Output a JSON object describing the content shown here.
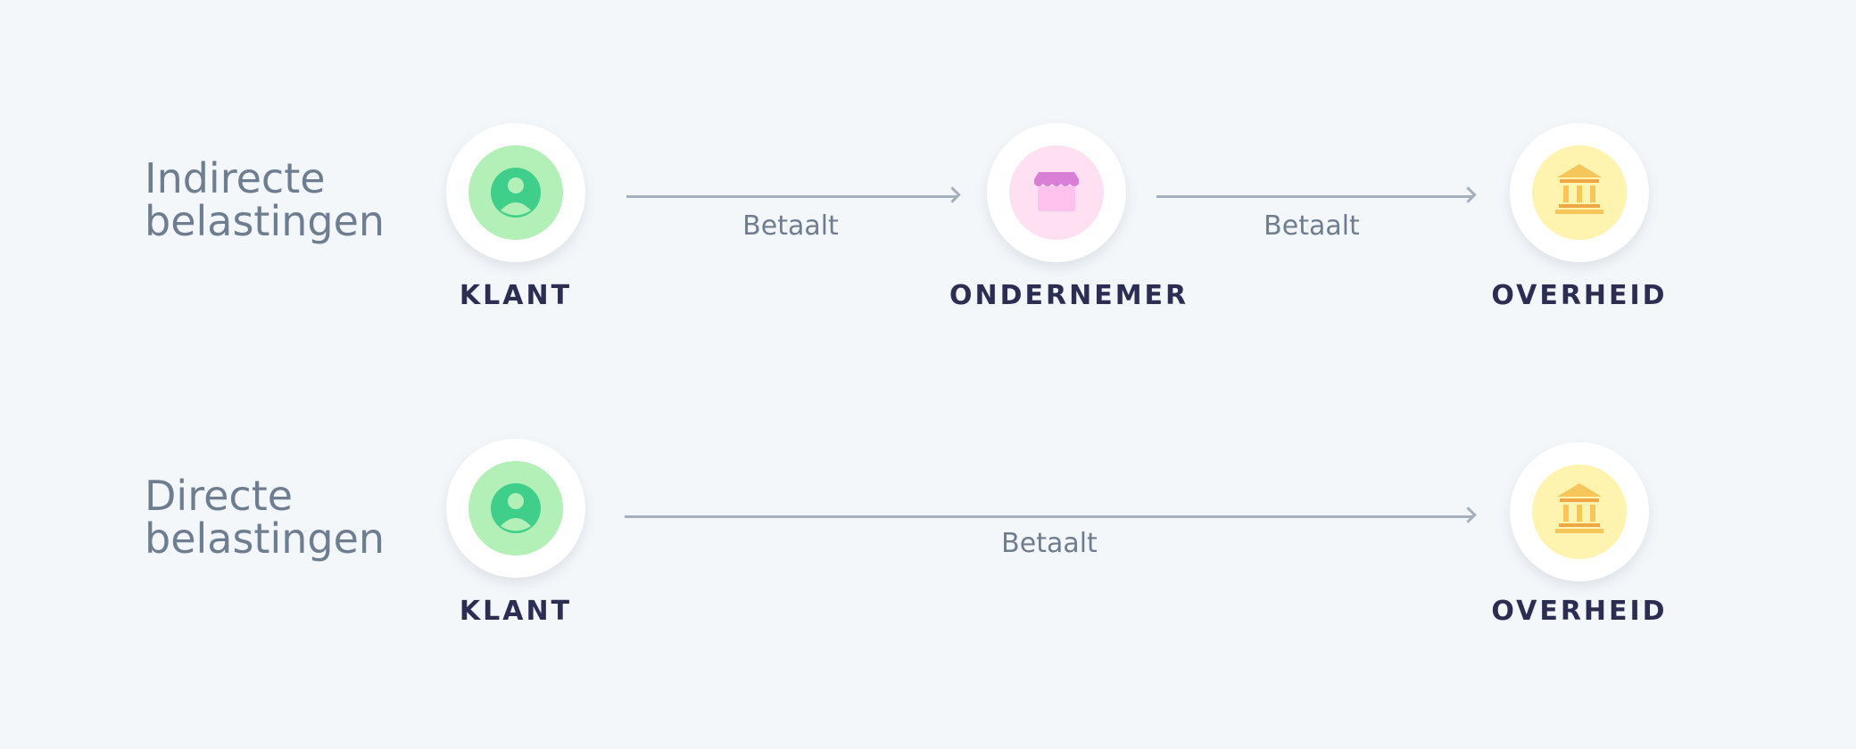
{
  "colors": {
    "background": "#f4f7fa",
    "title_text": "#6e7d8f",
    "node_label_text": "#2b2d52",
    "arrow": "#a6b0bd",
    "klant_bg": "#b2f0b8",
    "klant_icon": "#3fcf8a",
    "ondernemer_bg": "#ffe0f3",
    "ondernemer_icon": "#d97fd8",
    "overheid_bg": "#fff3b0",
    "overheid_icon": "#f7c65a"
  },
  "rows": [
    {
      "title": "Indirecte\nbelastingen",
      "nodes": [
        {
          "label": "KLANT",
          "icon": "person-icon"
        },
        {
          "label": "ONDERNEMER",
          "icon": "shop-icon"
        },
        {
          "label": "OVERHEID",
          "icon": "government-building-icon"
        }
      ],
      "edges": [
        {
          "from": "KLANT",
          "to": "ONDERNEMER",
          "label": "Betaalt"
        },
        {
          "from": "ONDERNEMER",
          "to": "OVERHEID",
          "label": "Betaalt"
        }
      ]
    },
    {
      "title": "Directe\nbelastingen",
      "nodes": [
        {
          "label": "KLANT",
          "icon": "person-icon"
        },
        {
          "label": "OVERHEID",
          "icon": "government-building-icon"
        }
      ],
      "edges": [
        {
          "from": "KLANT",
          "to": "OVERHEID",
          "label": "Betaalt"
        }
      ]
    }
  ]
}
